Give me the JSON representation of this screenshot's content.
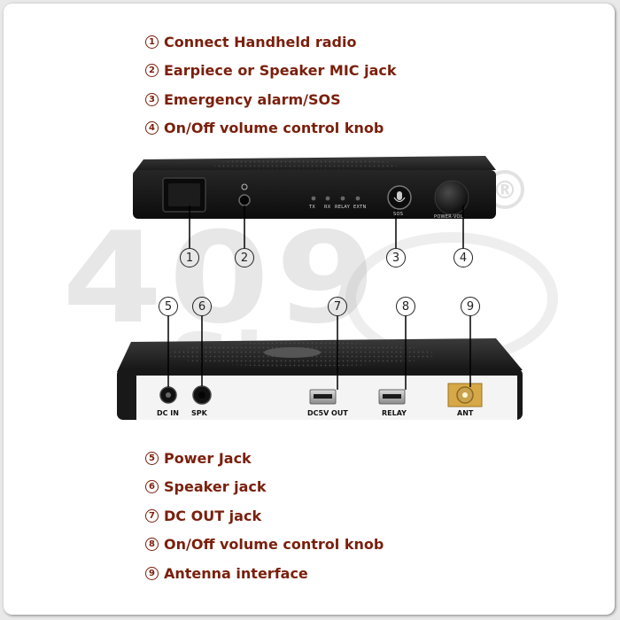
{
  "legend_top": [
    {
      "num": "1",
      "label": "Connect Handheld radio"
    },
    {
      "num": "2",
      "label": "Earpiece or Speaker MIC jack"
    },
    {
      "num": "3",
      "label": "Emergency alarm/SOS"
    },
    {
      "num": "4",
      "label": "On/Off volume control knob"
    }
  ],
  "legend_bottom": [
    {
      "num": "5",
      "label": "Power Jack"
    },
    {
      "num": "6",
      "label": "Speaker jack"
    },
    {
      "num": "7",
      "label": "DC OUT jack"
    },
    {
      "num": "8",
      "label": "On/Off volume control knob"
    },
    {
      "num": "9",
      "label": "Antenna interface"
    }
  ],
  "front_panel": {
    "led_labels": [
      "TX",
      "RX",
      "RELAY",
      "EXTN"
    ],
    "sos_label": "SOS",
    "knob_label": "POWER·VOL"
  },
  "back_panel": {
    "labels": [
      "DC IN",
      "SPK",
      "DC5V OUT",
      "RELAY",
      "ANT"
    ]
  },
  "callouts": {
    "front": [
      "1",
      "2",
      "3",
      "4"
    ],
    "back": [
      "5",
      "6",
      "7",
      "8",
      "9"
    ]
  },
  "watermark": {
    "digits": "409",
    "word": "Shop",
    "registered": "®"
  },
  "colors": {
    "legend_text": "#7a1f0c",
    "device_body": "#1d1d1d",
    "panel_face": "#f4f4f4"
  }
}
